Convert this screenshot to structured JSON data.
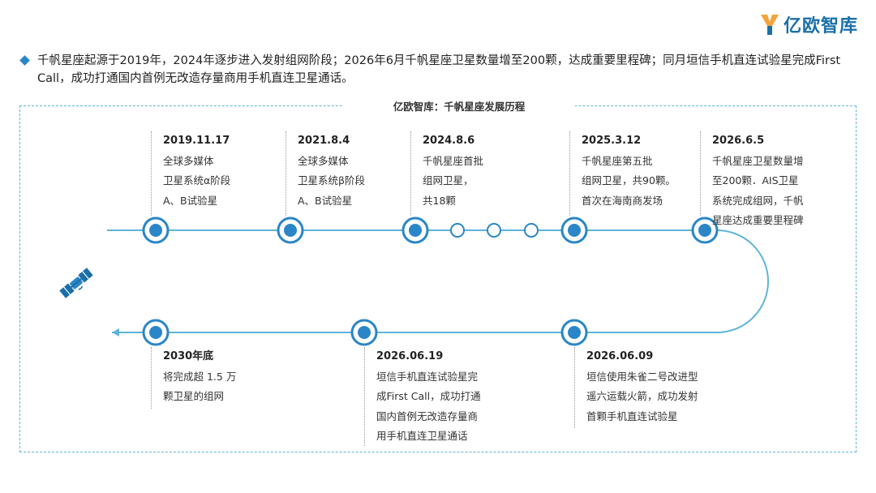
{
  "brand": {
    "logo_text": "亿欧智库",
    "accent": "#2a86c7",
    "line_color": "#5fb3da"
  },
  "intro_text": "千帆星座起源于2019年，2024年逐步进入发射组网阶段；2026年6月千帆星座卫星数量增至200颗，达成重要里程碑；同月垣信手机直连试验星完成First Call，成功打通国内首例无改造存量商用手机直连卫星通话。",
  "diagram_title": "亿欧智库：千帆星座发展历程",
  "events": [
    {
      "date": "2019.11.17",
      "desc": "全球多媒体\n卫星系统α阶段\nA、B试验星"
    },
    {
      "date": "2021.8.4",
      "desc": "全球多媒体\n卫星系统β阶段\nA、B试验星"
    },
    {
      "date": "2024.8.6",
      "desc": "千帆星座首批\n组网卫星，\n共18颗"
    },
    {
      "date": "2025.3.12",
      "desc": "千帆星座第五批\n组网卫星，共90颗。\n首次在海南商发场"
    },
    {
      "date": "2026.6.5",
      "desc": "千帆星座卫星数量增\n至200颗．AIS卫星\n系统完成组网，千帆\n星座达成重要里程碑"
    },
    {
      "date": "2030年底",
      "desc": "将完成超 1.5 万\n颗卫星的组网"
    },
    {
      "date": "2026.06.19",
      "desc": "垣信手机直连试验星完\n成First Call，成功打通\n国内首例无改造存量商\n用手机直连卫星通话"
    },
    {
      "date": "2026.06.09",
      "desc": "垣信使用朱雀二号改进型\n遥六运载火箭，成功发射\n首颗手机直连试验星"
    }
  ],
  "icons": {
    "satellite": "satellite-icon",
    "logo": "yiou-logo-icon"
  }
}
